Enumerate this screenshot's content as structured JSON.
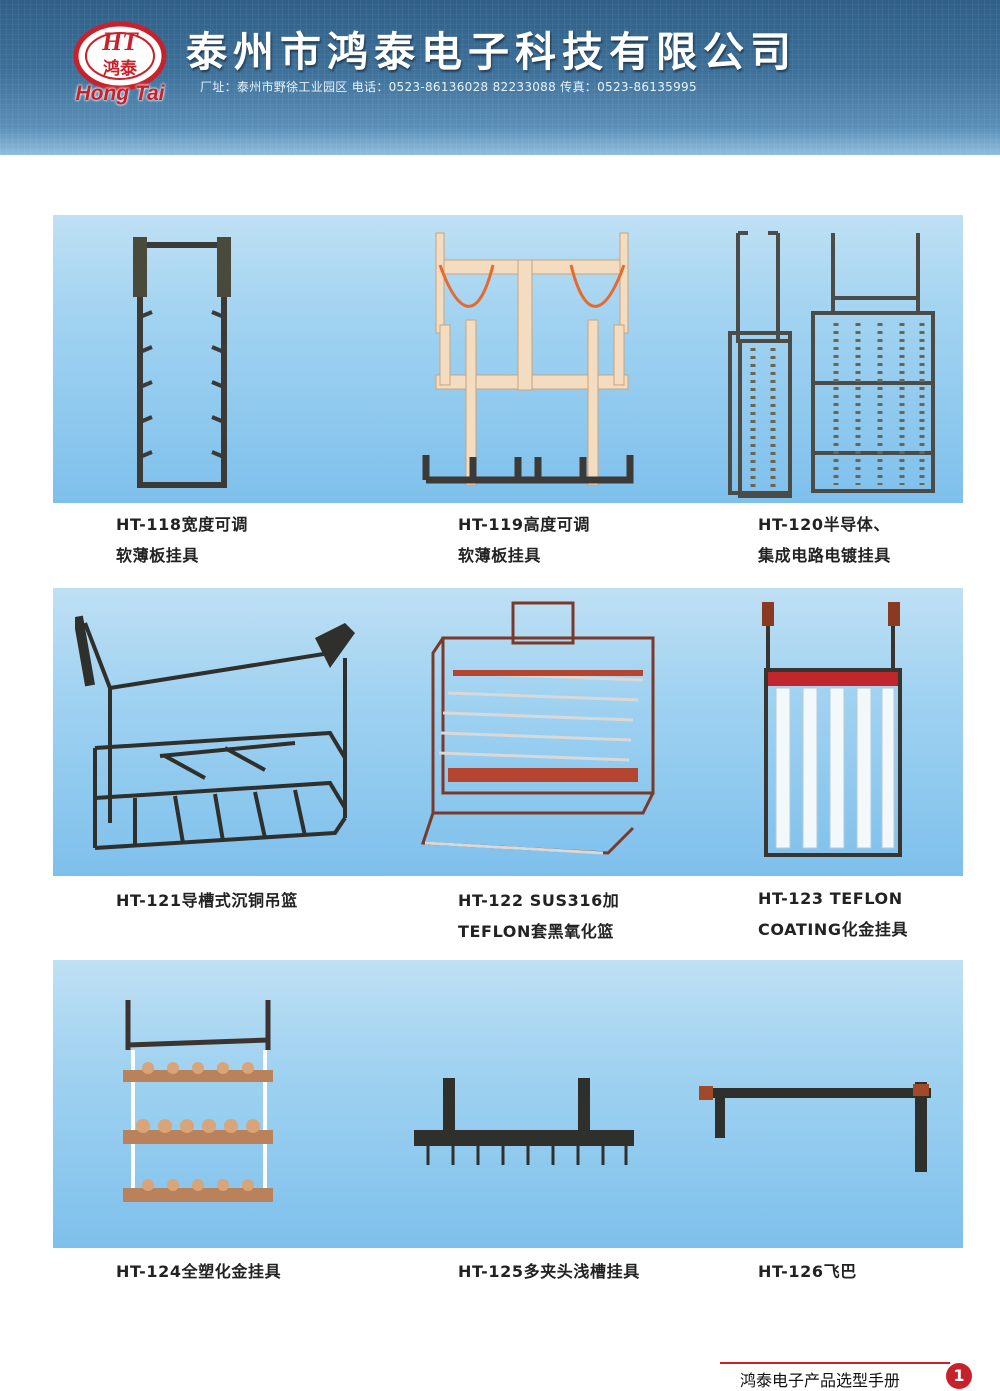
{
  "header": {
    "logo_abbrev": "HT",
    "logo_cn": "鸿泰",
    "logo_en": "Hong Tai",
    "company_name": "泰州市鸿泰电子科技有限公司",
    "contact": "厂址：泰州市野徐工业园区   电话：0523-86136028  82233088  传真：0523-86135995"
  },
  "products": [
    {
      "code_line1": "HT-118宽度可调",
      "line2": "软薄板挂具"
    },
    {
      "code_line1": "HT-119高度可调",
      "line2": "软薄板挂具"
    },
    {
      "code_line1": "HT-120半导体、",
      "line2": "集成电路电镀挂具"
    },
    {
      "code_line1": "HT-121导槽式沉铜吊篮",
      "line2": ""
    },
    {
      "code_line1": "HT-122 SUS316加",
      "line2": "TEFLON套黑氧化篮"
    },
    {
      "code_line1": "HT-123 TEFLON",
      "line2": "COATING化金挂具"
    },
    {
      "code_line1": "HT-124全塑化金挂具",
      "line2": ""
    },
    {
      "code_line1": "HT-125多夹头浅槽挂具",
      "line2": ""
    },
    {
      "code_line1": "HT-126飞巴",
      "line2": ""
    }
  ],
  "footer": {
    "title": "鸿泰电子产品选型手册",
    "page": "1"
  },
  "colors": {
    "header_blue": "#3d7099",
    "panel_blue": "#a2d3f1",
    "brand_red": "#c7212b"
  }
}
